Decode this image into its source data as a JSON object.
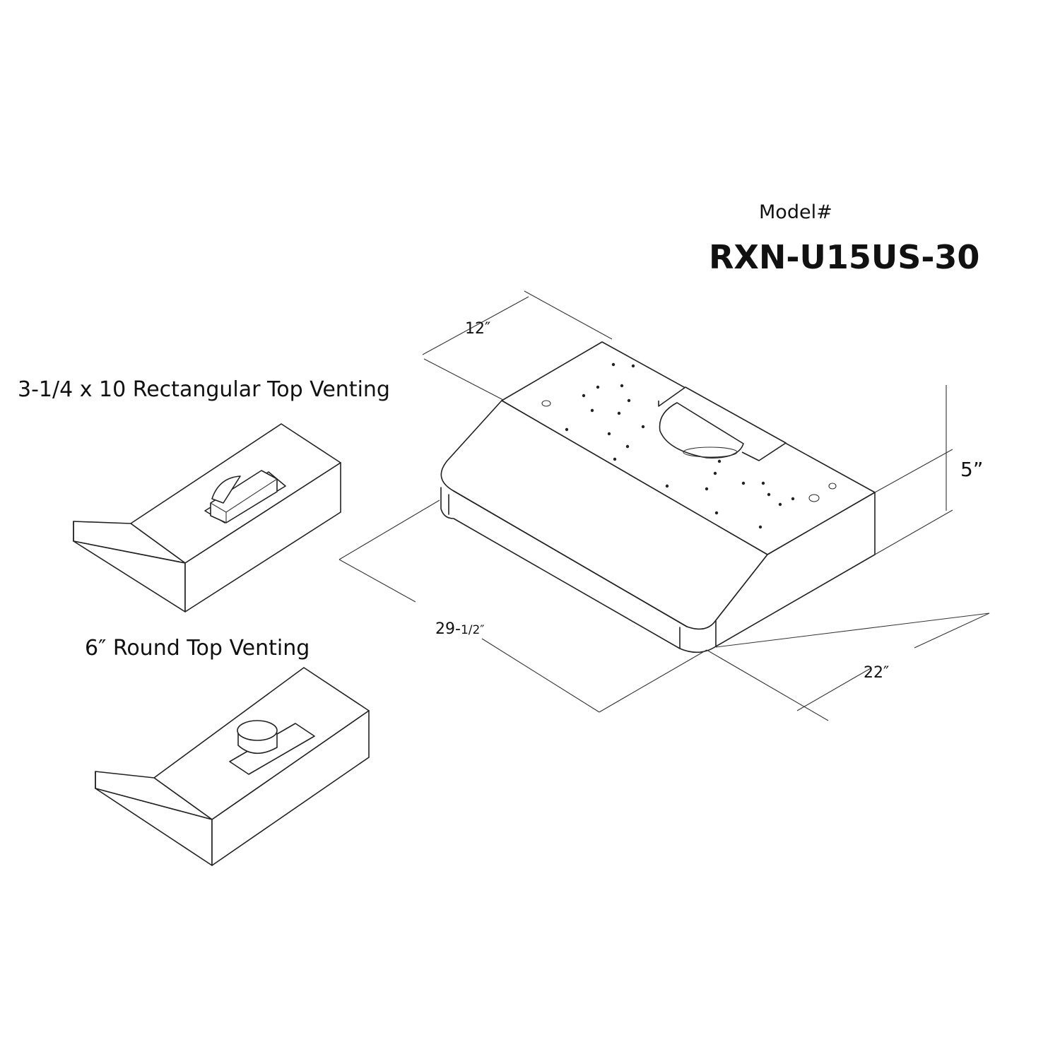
{
  "model": {
    "label": "Model#",
    "number": "RXN-U15US-30"
  },
  "dimensions": {
    "depth_top": "12″",
    "height": "5”",
    "width_main": "29-",
    "width_fraction": "1/2″",
    "depth_full": "22″"
  },
  "options": [
    {
      "caption": "3-1/4 x 10 Rectangular Top Venting"
    },
    {
      "caption": "6″ Round Top Venting"
    }
  ]
}
